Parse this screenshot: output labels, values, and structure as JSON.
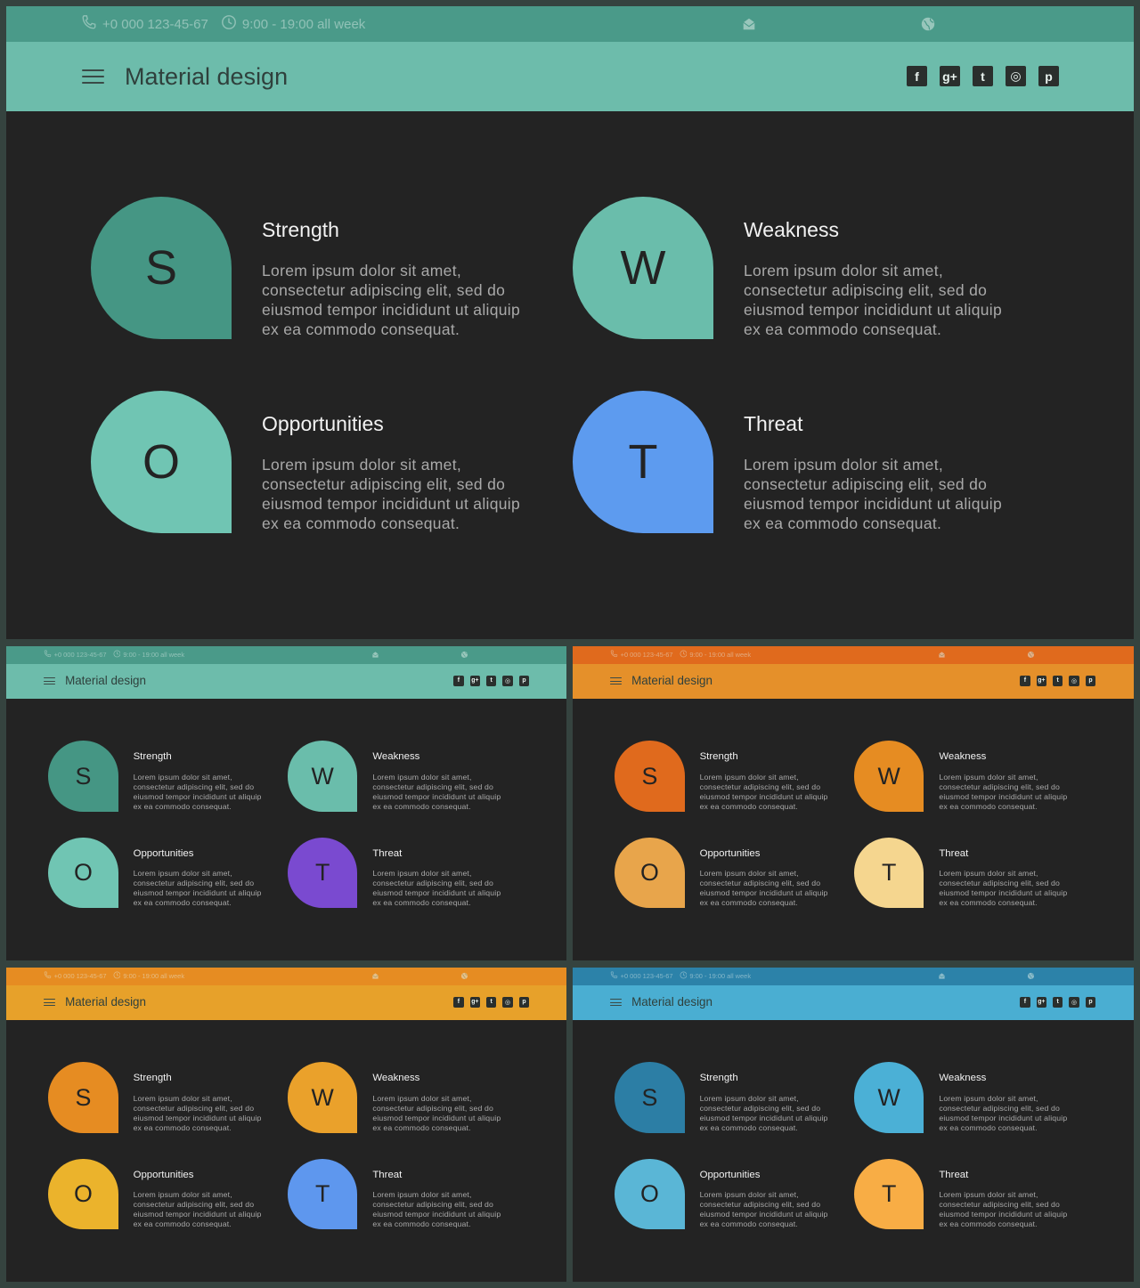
{
  "header": {
    "phone": "+0 000 123-45-67",
    "hours": "9:00 - 19:00 all week",
    "title": "Material design",
    "icons": [
      "phone-icon",
      "clock-icon",
      "mail-icon",
      "globe-icon",
      "menu-icon"
    ],
    "social": [
      {
        "name": "facebook-icon",
        "glyph": "f"
      },
      {
        "name": "google-plus-icon",
        "glyph": "g+"
      },
      {
        "name": "twitter-icon",
        "glyph": "t"
      },
      {
        "name": "instagram-icon",
        "glyph": "◎"
      },
      {
        "name": "pinterest-icon",
        "glyph": "p"
      }
    ]
  },
  "items": [
    {
      "letter": "S",
      "title": "Strength"
    },
    {
      "letter": "W",
      "title": "Weakness"
    },
    {
      "letter": "O",
      "title": "Opportunities"
    },
    {
      "letter": "T",
      "title": "Threat"
    }
  ],
  "body_text_lines": [
    "Lorem ipsum dolor sit amet,",
    "consectetur adipiscing elit, sed do",
    "eiusmod tempor incididunt ut aliquip",
    "ex ea commodo consequat."
  ],
  "themes": [
    {
      "top": "#4a9a89",
      "nav": "#6dbcab",
      "colors": [
        "#459684",
        "#6abdab",
        "#70c5b3",
        "#5d9bef"
      ]
    },
    {
      "top": "#4a9a89",
      "nav": "#6dbcab",
      "colors": [
        "#459684",
        "#6abdab",
        "#70c5b3",
        "#7a4ad0"
      ]
    },
    {
      "top": "#e06a1d",
      "nav": "#e5902a",
      "colors": [
        "#e06a1d",
        "#e68c22",
        "#e8a54b",
        "#f5d68f"
      ]
    },
    {
      "top": "#e68c22",
      "nav": "#e7a12a",
      "colors": [
        "#e68c22",
        "#eaa12b",
        "#ebb32c",
        "#5e97ee"
      ]
    },
    {
      "top": "#2c82a9",
      "nav": "#4aaed2",
      "colors": [
        "#2c7ea5",
        "#4bb0d6",
        "#5ab6d6",
        "#f8ad45"
      ]
    }
  ]
}
